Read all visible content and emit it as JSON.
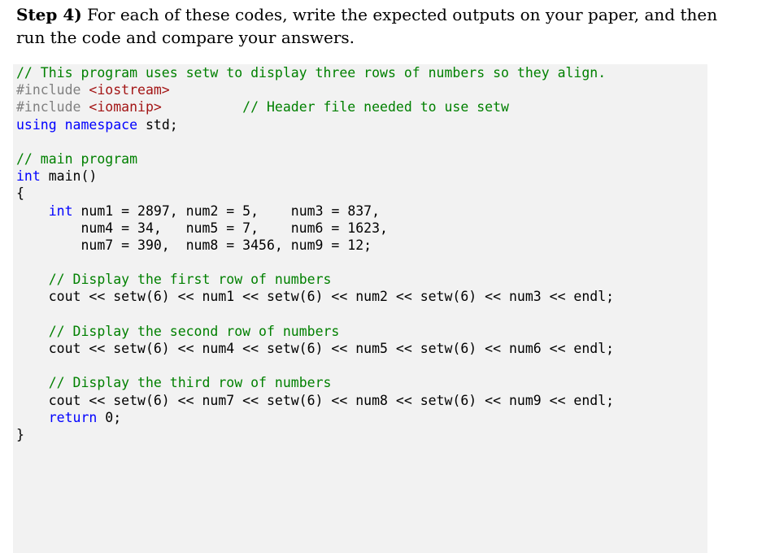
{
  "instructions": {
    "step_label": "Step 4)",
    "text": " For each of these codes, write the expected outputs on your paper, and then run the code and compare your answers."
  },
  "colors": {
    "comment": "#008000",
    "keyword": "#0000ff",
    "preprocessor": "#808080",
    "include_target": "#a31515",
    "code_background": "#f2f2f2"
  },
  "code": {
    "language": "C++",
    "lines": [
      [
        {
          "t": "comment",
          "s": "// This program uses setw to display three rows of numbers so they align."
        }
      ],
      [
        {
          "t": "preproc",
          "s": "#include "
        },
        {
          "t": "include",
          "s": "<iostream>"
        }
      ],
      [
        {
          "t": "preproc",
          "s": "#include "
        },
        {
          "t": "include",
          "s": "<iomanip>"
        },
        {
          "t": "plain",
          "s": "          "
        },
        {
          "t": "comment",
          "s": "// Header file needed to use setw"
        }
      ],
      [
        {
          "t": "keyword",
          "s": "using"
        },
        {
          "t": "plain",
          "s": " "
        },
        {
          "t": "keyword",
          "s": "namespace"
        },
        {
          "t": "plain",
          "s": " std;"
        }
      ],
      [
        {
          "t": "plain",
          "s": ""
        }
      ],
      [
        {
          "t": "comment",
          "s": "// main program"
        }
      ],
      [
        {
          "t": "keyword",
          "s": "int"
        },
        {
          "t": "plain",
          "s": " main()"
        }
      ],
      [
        {
          "t": "plain",
          "s": "{"
        }
      ],
      [
        {
          "t": "plain",
          "s": "    "
        },
        {
          "t": "keyword",
          "s": "int"
        },
        {
          "t": "plain",
          "s": " num1 = 2897, num2 = 5,    num3 = 837,"
        }
      ],
      [
        {
          "t": "plain",
          "s": "        num4 = 34,   num5 = 7,    num6 = 1623,"
        }
      ],
      [
        {
          "t": "plain",
          "s": "        num7 = 390,  num8 = 3456, num9 = 12;"
        }
      ],
      [
        {
          "t": "plain",
          "s": ""
        }
      ],
      [
        {
          "t": "plain",
          "s": "    "
        },
        {
          "t": "comment",
          "s": "// Display the first row of numbers"
        }
      ],
      [
        {
          "t": "plain",
          "s": "    cout << setw(6) << num1 << setw(6) << num2 << setw(6) << num3 << endl;"
        }
      ],
      [
        {
          "t": "plain",
          "s": ""
        }
      ],
      [
        {
          "t": "plain",
          "s": "    "
        },
        {
          "t": "comment",
          "s": "// Display the second row of numbers"
        }
      ],
      [
        {
          "t": "plain",
          "s": "    cout << setw(6) << num4 << setw(6) << num5 << setw(6) << num6 << endl;"
        }
      ],
      [
        {
          "t": "plain",
          "s": ""
        }
      ],
      [
        {
          "t": "plain",
          "s": "    "
        },
        {
          "t": "comment",
          "s": "// Display the third row of numbers"
        }
      ],
      [
        {
          "t": "plain",
          "s": "    cout << setw(6) << num7 << setw(6) << num8 << setw(6) << num9 << endl;"
        }
      ],
      [
        {
          "t": "plain",
          "s": "    "
        },
        {
          "t": "keyword",
          "s": "return"
        },
        {
          "t": "plain",
          "s": " 0;"
        }
      ],
      [
        {
          "t": "plain",
          "s": "}"
        }
      ]
    ]
  }
}
